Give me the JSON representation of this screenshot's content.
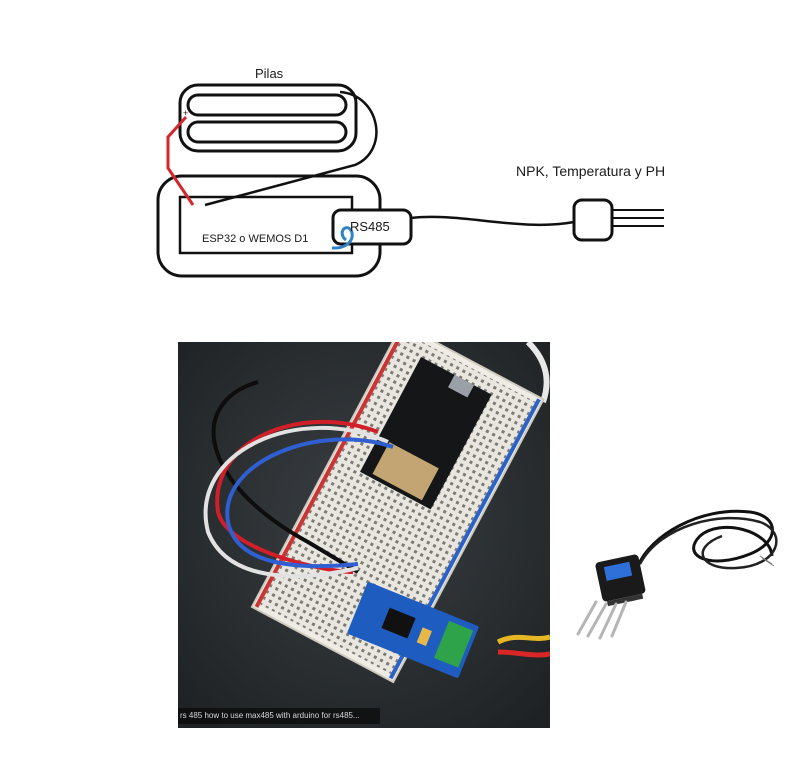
{
  "diagram": {
    "battery_label": "Pilas",
    "board_label": "ESP32 o WEMOS D1",
    "module_label": "RS485",
    "sensor_label": "NPK, Temperatura y PH",
    "battery_plus": "+",
    "battery_minus": "-"
  },
  "photo": {
    "caption": "rs 485 how to use max485 with arduino for rs485..."
  },
  "colors": {
    "red_wire": "#d6262b",
    "blue_wire": "#2f83c6",
    "line": "#111111"
  }
}
